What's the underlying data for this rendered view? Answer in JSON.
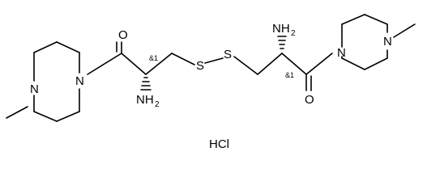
{
  "structure": {
    "atoms": {
      "o_left": "O",
      "n_left_amide": "N",
      "n_left_methyl": "N",
      "nh2_left": "NH",
      "nh2_left_sub": "2",
      "s_left": "S",
      "s_right": "S",
      "nh2_right": "NH",
      "nh2_right_sub": "2",
      "n_right_amide": "N",
      "n_right_methyl": "N",
      "o_right": "O"
    },
    "stereo_labels": {
      "left": "&1",
      "right": "&1"
    },
    "salt": "HCl"
  }
}
